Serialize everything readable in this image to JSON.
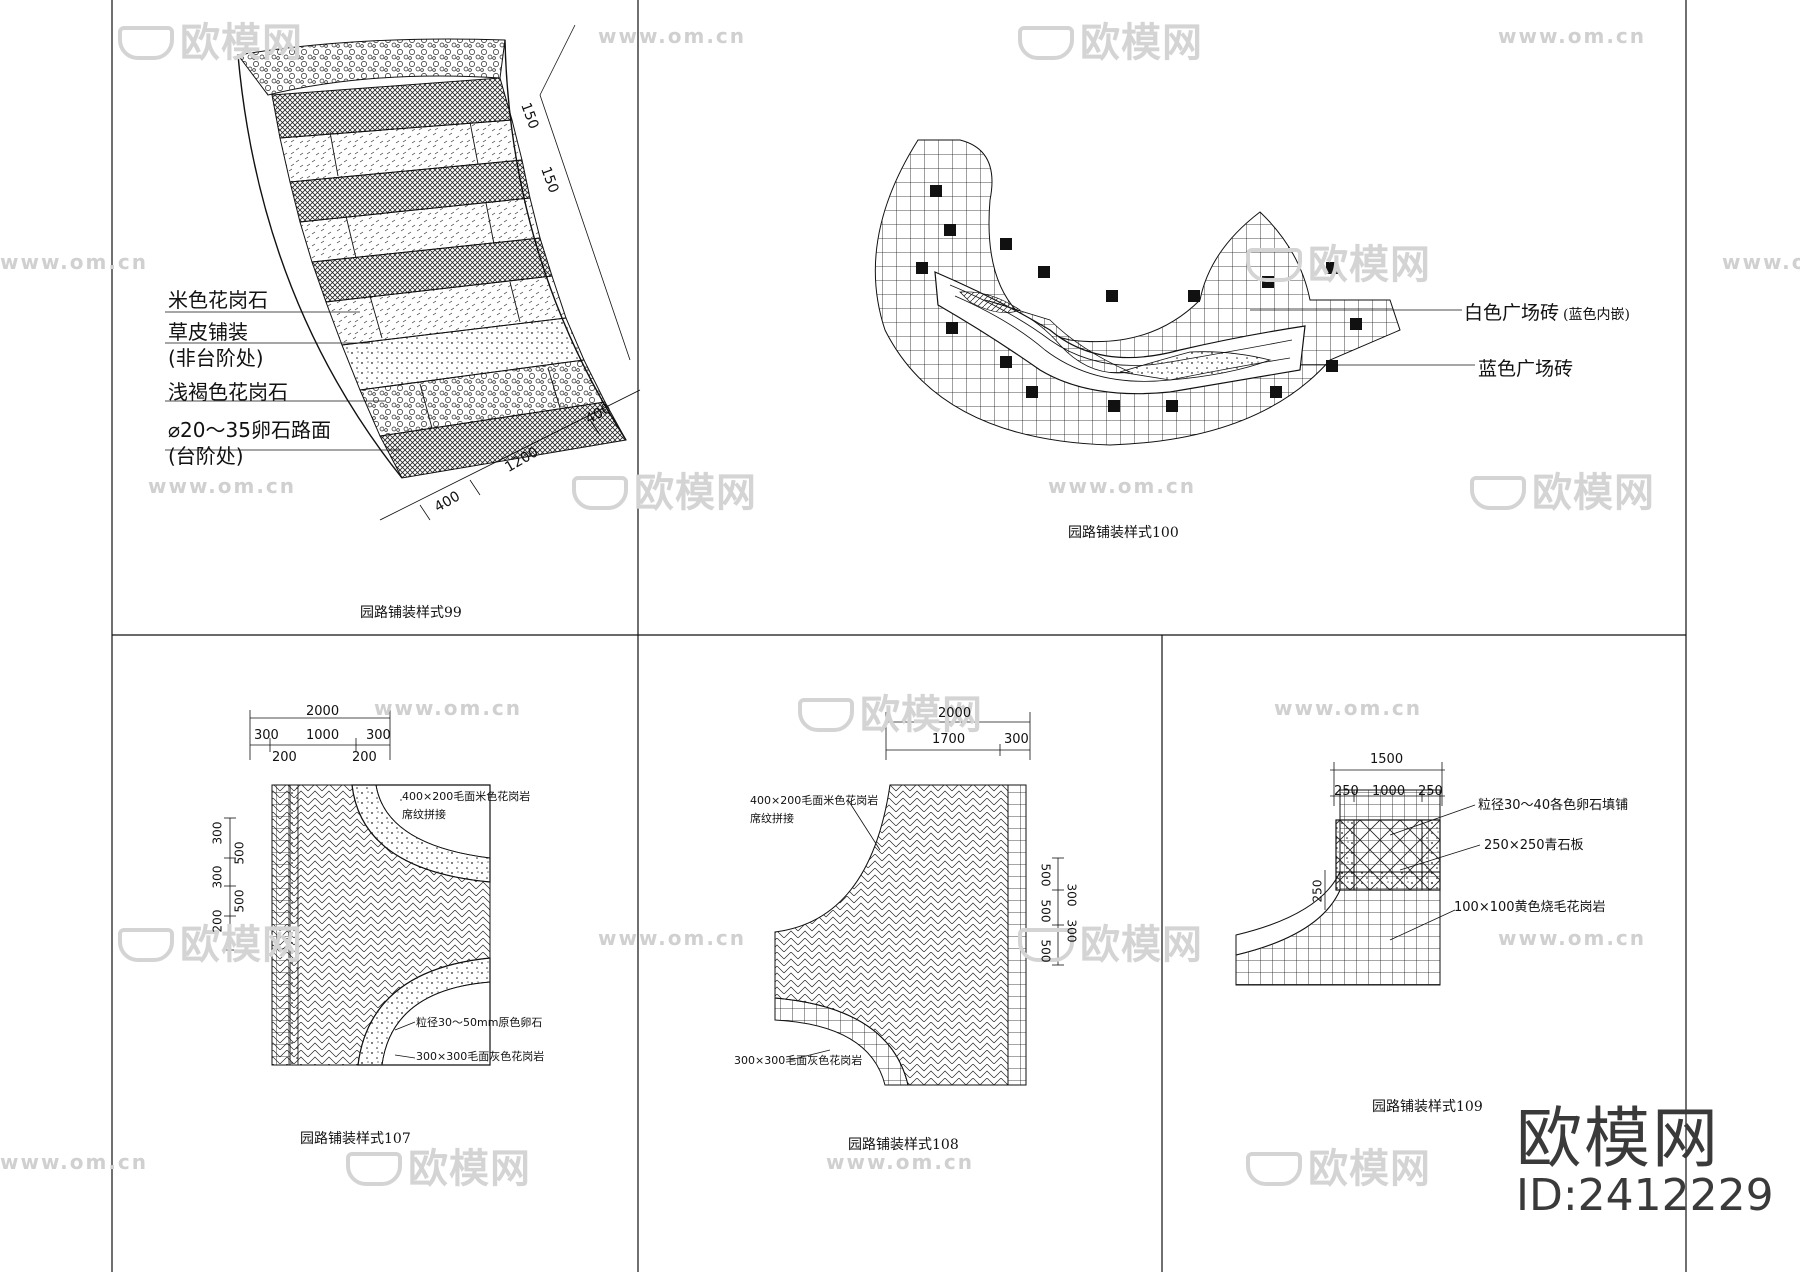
{
  "watermark": {
    "logo_text": "欧模网",
    "url_text": "www.om.cn"
  },
  "brand": {
    "logo_text": "欧模网",
    "id_text": "ID:2412229"
  },
  "panel99": {
    "caption": "园路铺装样式99",
    "labels": [
      "米色花岗石",
      "草皮铺装",
      "(非台阶处)",
      "浅褐色花岗石",
      "⌀20～35卵石路面",
      "(台阶处)"
    ],
    "dims": [
      "150",
      "150",
      "400",
      "1200",
      "400"
    ]
  },
  "panel100": {
    "caption": "园路铺装样式100",
    "label_white": "白色广场砖",
    "label_white_note": "(蓝色内嵌)",
    "label_blue": "蓝色广场砖"
  },
  "panel107": {
    "caption": "园路铺装样式107",
    "dim_total": "2000",
    "dims_top": [
      "300",
      "1000",
      "300"
    ],
    "dims_bottom": [
      "200",
      "200"
    ],
    "dims_left": [
      "300",
      "300",
      "200",
      "500",
      "500"
    ],
    "note1": "400×200毛面米色花岗岩",
    "note1b": "席纹拼接",
    "note2": "粒径30～50mm原色卵石",
    "note3": "300×300毛面灰色花岗岩"
  },
  "panel108": {
    "caption": "园路铺装样式108",
    "dim_total": "2000",
    "dims_top": [
      "1700",
      "300"
    ],
    "dims_right": [
      "500",
      "300",
      "500",
      "300",
      "500"
    ],
    "note1": "400×200毛面米色花岗岩",
    "note1b": "席纹拼接",
    "note2": "300×300毛面灰色花岗岩"
  },
  "panel109": {
    "caption": "园路铺装样式109",
    "dim_total": "1500",
    "dims_top": [
      "250",
      "1000",
      "250"
    ],
    "dim_left": "250",
    "note1": "粒径30～40各色卵石填铺",
    "note2": "250×250青石板",
    "note3": "100×100黄色烧毛花岗岩"
  },
  "colors": {
    "line": "#111111",
    "watermark": "#d4d4d4",
    "brand": "#3a3a3a"
  }
}
